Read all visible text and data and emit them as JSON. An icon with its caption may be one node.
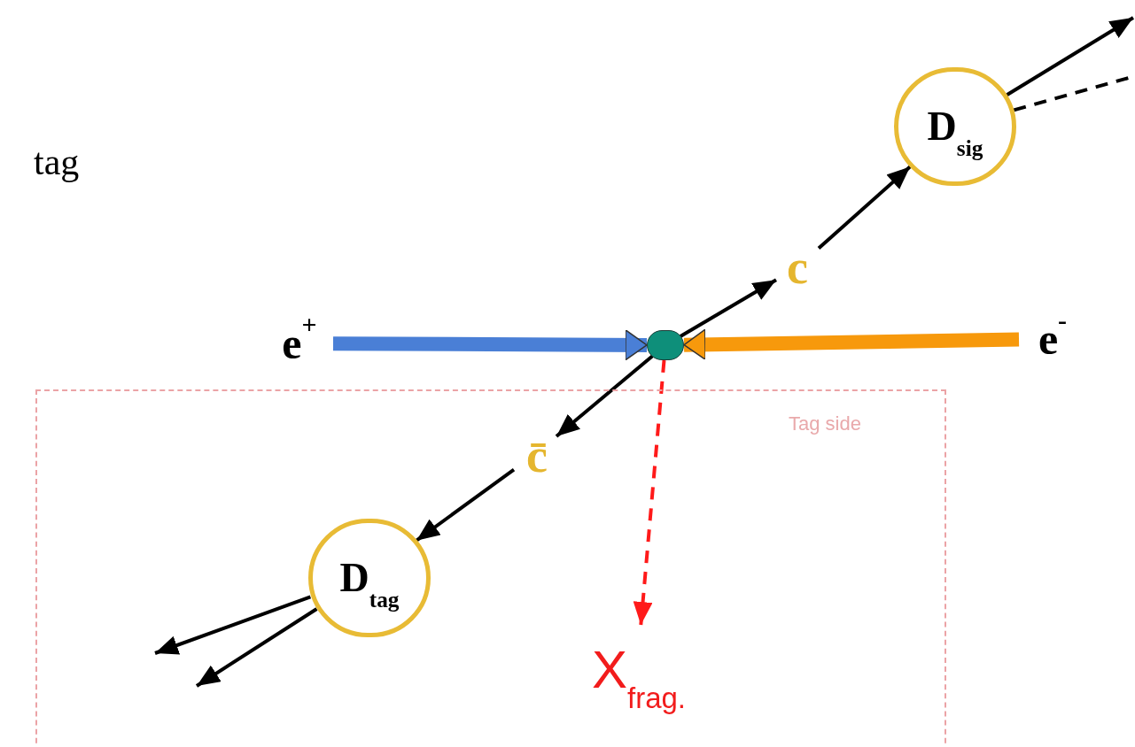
{
  "diagram": {
    "nodes": [
      {
        "text": [
          "Tag side"
        ]
      },
      {
        "text": [
          "e$^{+}$"
        ]
      },
      {
        "text": [
          "e$^{-}$"
        ]
      },
      {
        "text": [],
        "shape": "circle"
      },
      {
        "text": [
          "c"
        ]
      },
      {
        "text": [
          "D$_{sig}$"
        ]
      },
      {
        "text": [
          "c̄"
        ],
        "in": 0
      },
      {
        "text": [
          "D$_{tag}$"
        ],
        "in": 0
      },
      {
        "text": [
          "X$_{frag.}$"
        ],
        "in": 0
      }
    ],
    "edges": [
      {
        "from": 1,
        "to": 3,
        "arrow": "to",
        "style": "thick",
        "color": "#4a7fd6"
      },
      {
        "from": 2,
        "to": 3,
        "arrow": "to",
        "style": "thick",
        "color": "#f7990c"
      },
      {
        "from": 3,
        "to": 4,
        "arrow": "to"
      },
      {
        "from": 4,
        "to": 5,
        "arrow": "to"
      },
      {
        "from": 3,
        "to": 6,
        "arrow": "to"
      },
      {
        "from": 6,
        "to": 7,
        "arrow": "to"
      },
      {
        "from": 3,
        "to": 8,
        "arrow": "to",
        "style": "dashed",
        "color": "#ff1a1a"
      },
      {
        "from": 5,
        "to": null,
        "arrow": "to"
      },
      {
        "from": 5,
        "to": null,
        "arrow": "none",
        "style": "dashed"
      },
      {
        "from": 7,
        "to": null,
        "arrow": "to"
      },
      {
        "from": 7,
        "to": null,
        "arrow": "to"
      }
    ],
    "labels": [
      "tag"
    ]
  }
}
